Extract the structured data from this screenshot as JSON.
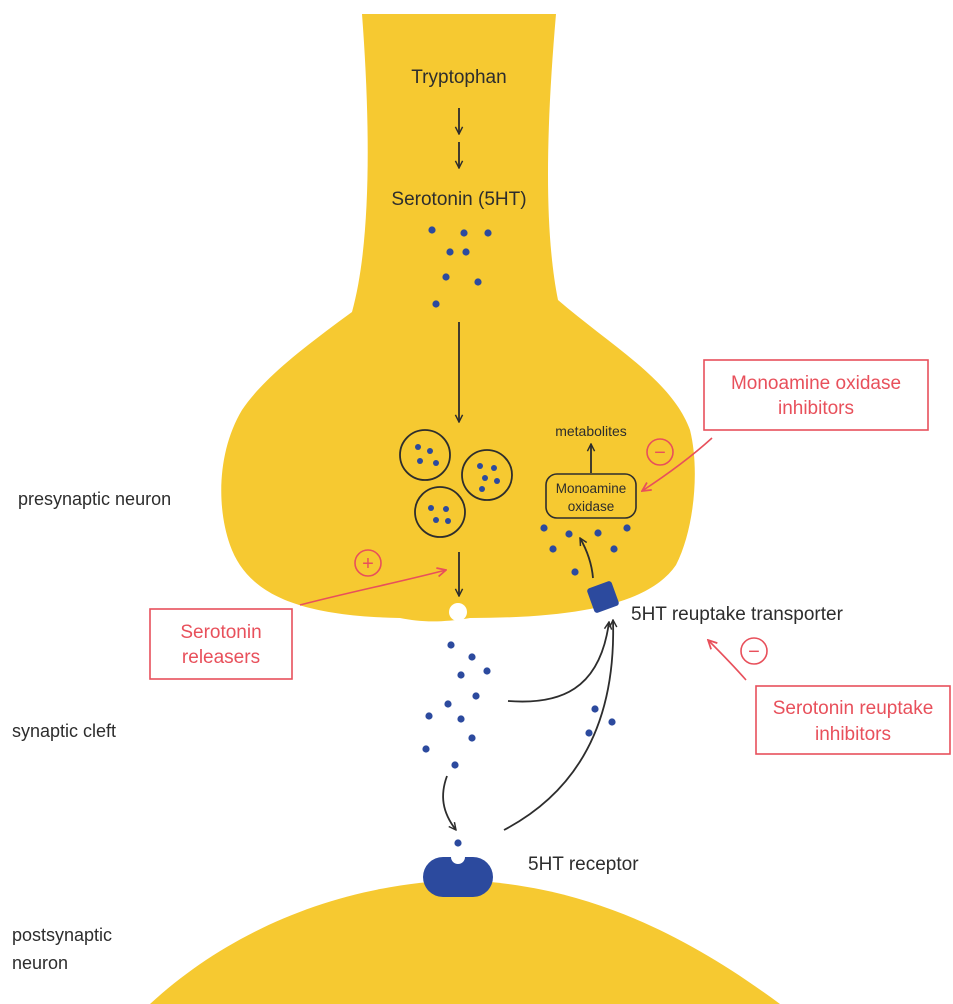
{
  "colors": {
    "neuron": "#f6c931",
    "molecule": "#2c4a9e",
    "receptor": "#2c4a9e",
    "arrow": "#2d2d2d",
    "inhibitor": "#e8505b",
    "text": "#2d2d2d"
  },
  "regions": {
    "presynaptic": "presynaptic neuron",
    "cleft": "synaptic cleft",
    "postsynaptic_line1": "postsynaptic",
    "postsynaptic_line2": "neuron"
  },
  "pathway": {
    "precursor": "Tryptophan",
    "product": "Serotonin (5HT)",
    "metabolites": "metabolites",
    "enzyme_line1": "Monoamine",
    "enzyme_line2": "oxidase"
  },
  "labels": {
    "transporter": "5HT reuptake transporter",
    "receptor": "5HT receptor"
  },
  "drugs": {
    "maoi_line1": "Monoamine oxidase",
    "maoi_line2": "inhibitors",
    "releasers_line1": "Serotonin",
    "releasers_line2": "releasers",
    "ssri_line1": "Serotonin reuptake",
    "ssri_line2": "inhibitors"
  },
  "effects": {
    "releasers": "+",
    "maoi": "−",
    "ssri": "−"
  }
}
